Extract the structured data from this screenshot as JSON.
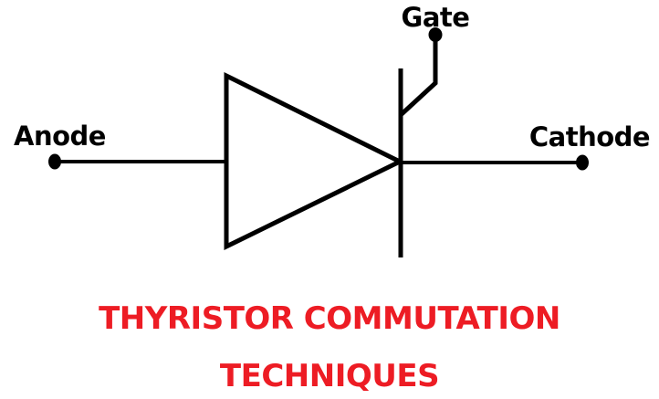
{
  "colors": {
    "title": "#ed1c24",
    "symbol": "#000000",
    "background": "#ffffff"
  },
  "diagram": {
    "type": "circuit-symbol",
    "component": "thyristor-scr",
    "terminal_labels": {
      "anode": "Anode",
      "gate": "Gate",
      "cathode": "Cathode"
    }
  },
  "title": {
    "line1": "THYRISTOR COMMUTATION",
    "line2": "TECHNIQUES"
  }
}
